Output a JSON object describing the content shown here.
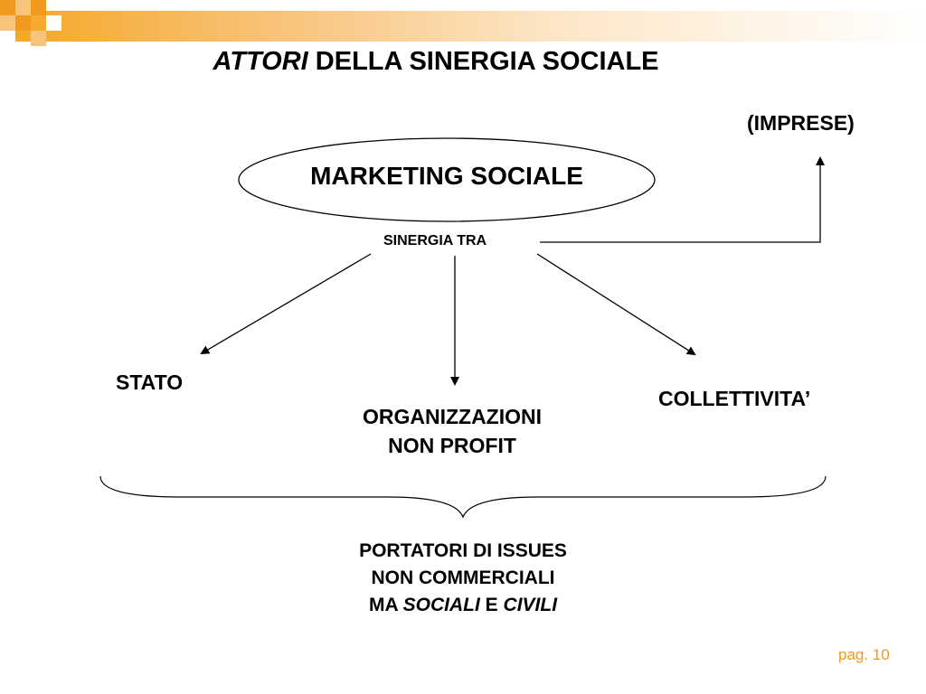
{
  "slide": {
    "title_italic": "ATTORI",
    "title_rest": " DELLA SINERGIA SOCIALE",
    "page_label": "pag. 10"
  },
  "diagram": {
    "top_label": "(IMPRESE)",
    "center_ellipse": "MARKETING SOCIALE",
    "hub_label": "SINERGIA TRA",
    "nodes": {
      "left": "STATO",
      "middle_line1": "ORGANIZZAZIONI",
      "middle_line2": "NON PROFIT",
      "right": "COLLETTIVITA’"
    },
    "brace_caption": {
      "line1": "PORTATORI DI ISSUES",
      "line2": "NON COMMERCIALI",
      "line3_prefix": "MA ",
      "line3_italic1": "SOCIALI",
      "line3_mid": " E ",
      "line3_italic2": "CIVILI"
    }
  },
  "colors": {
    "accent": "#f29a1f",
    "text": "#000000",
    "background": "#ffffff"
  }
}
